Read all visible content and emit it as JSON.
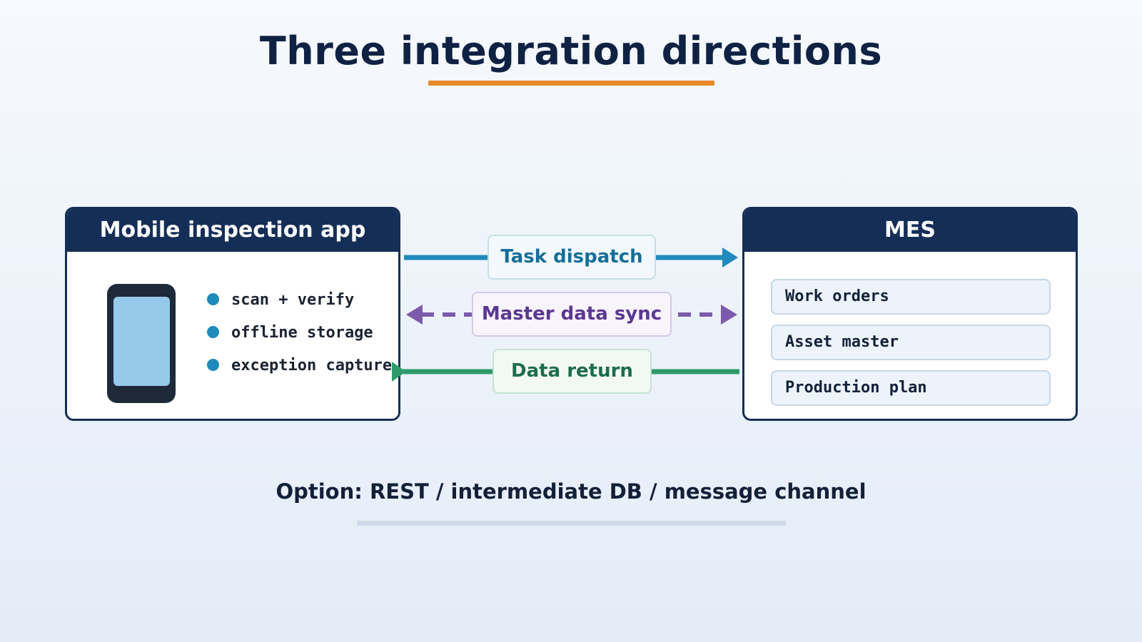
{
  "title": "Three integration directions",
  "left_panel": {
    "title": "Mobile inspection app",
    "features": [
      "scan + verify",
      "offline storage",
      "exception capture"
    ]
  },
  "right_panel": {
    "title": "MES",
    "items": [
      "Work orders",
      "Asset master",
      "Production plan"
    ]
  },
  "flows": [
    {
      "label": "Task dispatch",
      "direction": "to MES",
      "style": "solid",
      "color": "#1f8abb"
    },
    {
      "label": "Master data sync",
      "direction": "bidirectional",
      "style": "dashed",
      "color": "#7c5aac"
    },
    {
      "label": "Data return",
      "direction": "to Mobile inspection app",
      "style": "solid",
      "color": "#2e9a6c"
    }
  ],
  "colors": {
    "accent": "#e8892b",
    "navy": "#152e57"
  },
  "footer": {
    "option": "Option: REST / intermediate DB / message channel"
  }
}
